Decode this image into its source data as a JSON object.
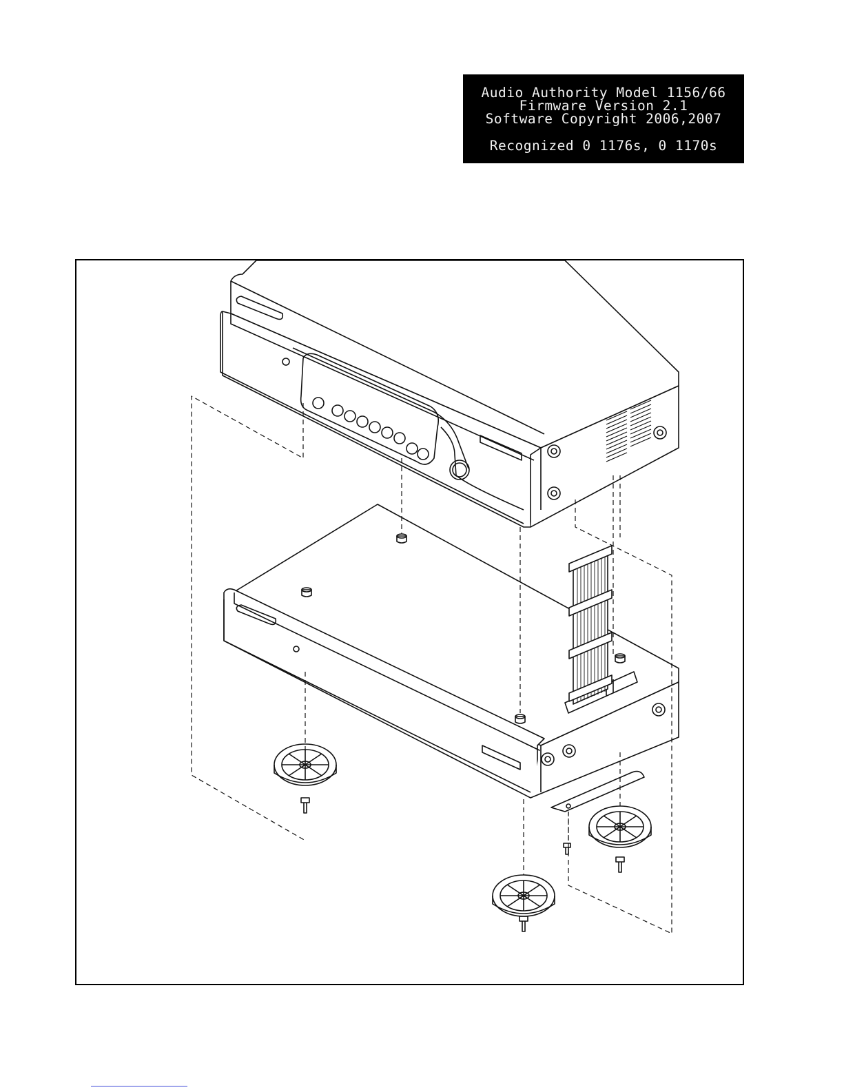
{
  "lcd_display": {
    "line1": "Audio Authority Model 1156/66",
    "line2": "Firmware Version 2.1",
    "line3": "Software Copyright 2006,2007",
    "line4": "Recognized 0 1176s, 0 1170s"
  },
  "colors": {
    "lcd_background": "#000000",
    "lcd_text": "#f2f2f2",
    "line_art": "#111111",
    "footer_link": "#3a46d8"
  }
}
